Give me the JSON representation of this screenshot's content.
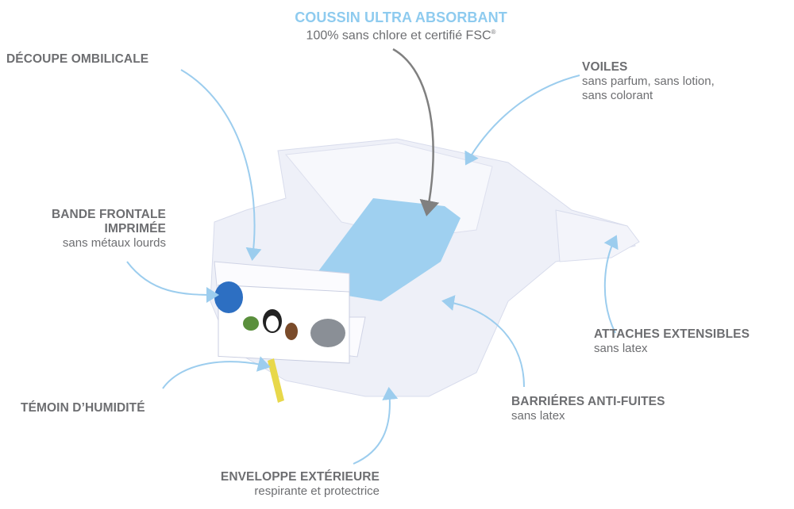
{
  "colors": {
    "label": "#6d6e71",
    "accent": "#8ecbef",
    "arrow": "#9ccdee",
    "arrow_main": "#808080",
    "pad": "#9fd0f0"
  },
  "labels": {
    "coussin": {
      "title": "COUSSIN ULTRA ABSORBANT",
      "subtitle": "100% sans chlore et certifié FSC",
      "mark": "®"
    },
    "decoupe": {
      "title": "DÉCOUPE OMBILICALE"
    },
    "voiles": {
      "title": "VOILES",
      "line1": "sans parfum, sans lotion,",
      "line2": "sans colorant"
    },
    "bande": {
      "title1": "BANDE FRONTALE",
      "title2": "IMPRIMÉE",
      "subtitle": "sans métaux lourds"
    },
    "attaches": {
      "title": "ATTACHES EXTENSIBLES",
      "subtitle": "sans latex"
    },
    "temoin": {
      "title": "TÉMOIN D’HUMIDITÉ"
    },
    "barrieres": {
      "title": "BARRIÉRES ANTI-FUITES",
      "subtitle": "sans latex"
    },
    "enveloppe": {
      "title": "ENVELOPPE EXTÉRIEURE",
      "subtitle": "respirante et protectrice"
    }
  }
}
